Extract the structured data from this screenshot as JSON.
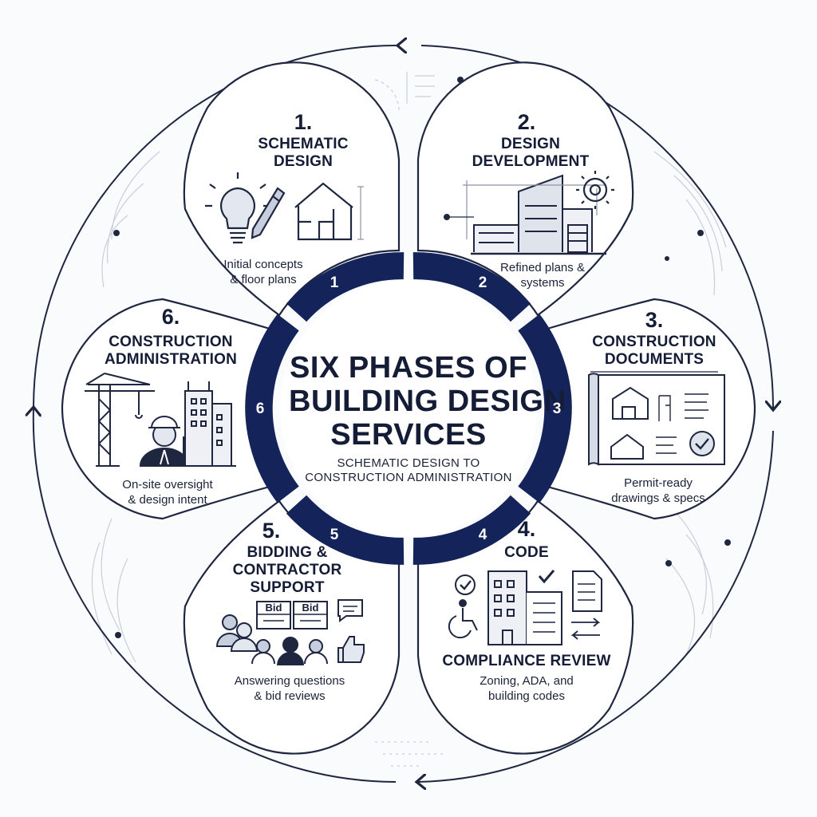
{
  "title_lines": [
    "SIX PHASES OF",
    "BUILDING DESIGN",
    "SERVICES"
  ],
  "subtitle_lines": [
    "SCHEMATIC DESIGN TO",
    "CONSTRUCTION ADMINISTRATION"
  ],
  "phases": [
    {
      "number": "1.",
      "title": "SCHEMATIC\nDESIGN",
      "desc": "Initial concepts\n& floor plans",
      "ring": "1"
    },
    {
      "number": "2.",
      "title": "DESIGN\nDEVELOPMENT",
      "desc": "Refined plans &\nsystems",
      "ring": "2"
    },
    {
      "number": "3.",
      "title": "CONSTRUCTION\nDOCUMENTS",
      "desc": "Permit-ready\ndrawings & specs",
      "ring": "3"
    },
    {
      "number": "4.",
      "title": "CODE",
      "title_bottom": "COMPLIANCE REVIEW",
      "desc": "Zoning, ADA, and\nbuilding codes",
      "ring": "4"
    },
    {
      "number": "5.",
      "title": "BIDDING &\nCONTRACTOR\nSUPPORT",
      "desc": "Answering questions\n& bid reviews",
      "ring": "5"
    },
    {
      "number": "6.",
      "title": "CONSTRUCTION\nADMINISTRATION",
      "desc": "On-site oversight\n& design intent",
      "ring": "6"
    }
  ],
  "bid_labels": [
    "Bid",
    "Bid"
  ],
  "colors": {
    "navy": "#14245a",
    "ink": "#141c36",
    "line": "#1f2740",
    "background": "#fafbfd"
  }
}
